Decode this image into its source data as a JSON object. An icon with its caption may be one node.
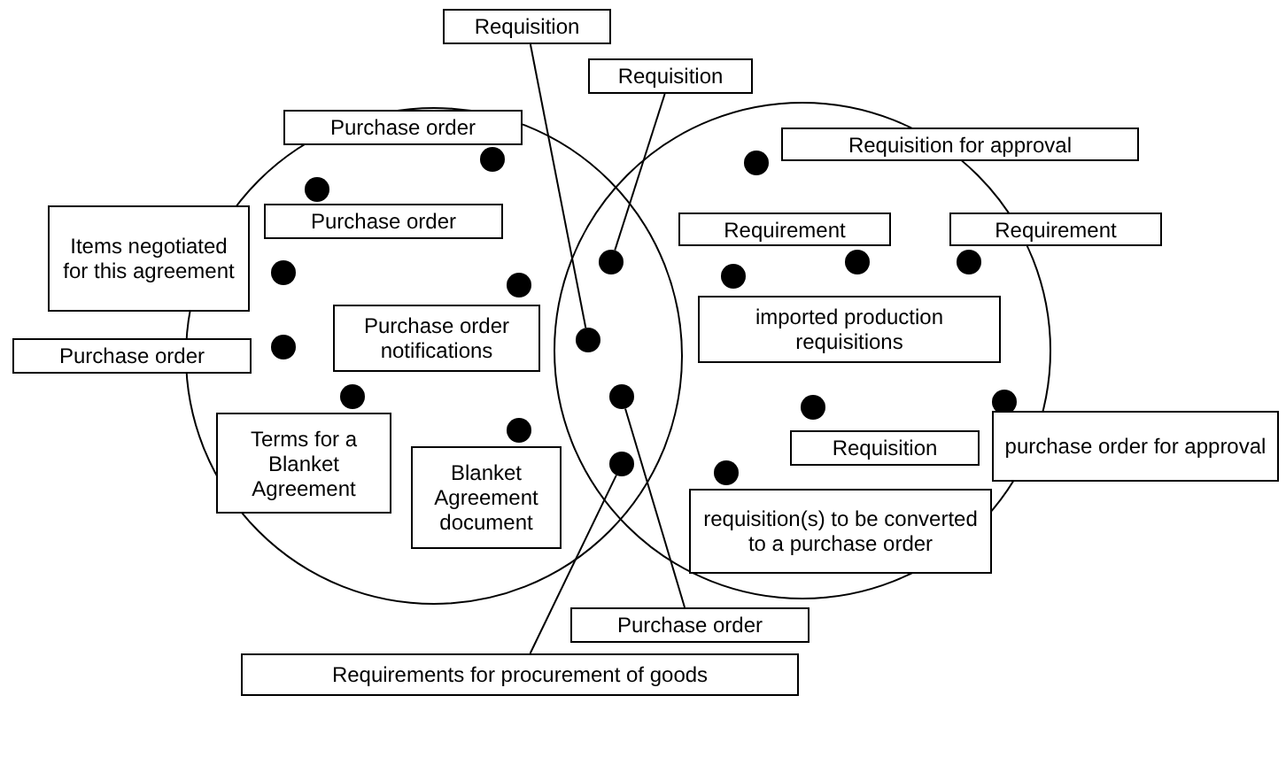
{
  "diagram": {
    "nodes": [
      {
        "text": [
          "Requisition"
        ]
      },
      {
        "text": [
          "Requisition"
        ]
      },
      {
        "text": [
          "Purchase order"
        ]
      },
      {
        "text": [
          "Requisition for approval"
        ]
      },
      {
        "text": [
          "Items negotiated for this agreement"
        ]
      },
      {
        "text": [
          "Purchase order"
        ]
      },
      {
        "text": [
          "Requirement"
        ]
      },
      {
        "text": [
          "Requirement"
        ]
      },
      {
        "text": [
          "Purchase order notifications"
        ]
      },
      {
        "text": [
          "imported production requisitions"
        ]
      },
      {
        "text": [
          "Purchase order"
        ]
      },
      {
        "text": [
          "Terms for a Blanket Agreement"
        ]
      },
      {
        "text": [
          "Blanket Agreement document"
        ]
      },
      {
        "text": [
          "Requisition"
        ]
      },
      {
        "text": [
          "purchase order for approval"
        ]
      },
      {
        "text": [
          "requisition(s) to be converted to a purchase order"
        ]
      },
      {
        "text": [
          "Purchase order"
        ]
      },
      {
        "text": [
          "Requirements for procurement of goods"
        ]
      },
      {
        "text": [],
        "shape": "circle"
      },
      {
        "text": [],
        "shape": "circle"
      },
      {
        "text": [],
        "shape": "circle"
      },
      {
        "text": [],
        "shape": "circle"
      }
    ],
    "edges": [
      {
        "from": 0,
        "to": 18,
        "arrow": "none"
      },
      {
        "from": 1,
        "to": 19,
        "arrow": "none"
      },
      {
        "from": 16,
        "to": 20,
        "arrow": "none"
      },
      {
        "from": 17,
        "to": 21,
        "arrow": "none"
      }
    ]
  }
}
